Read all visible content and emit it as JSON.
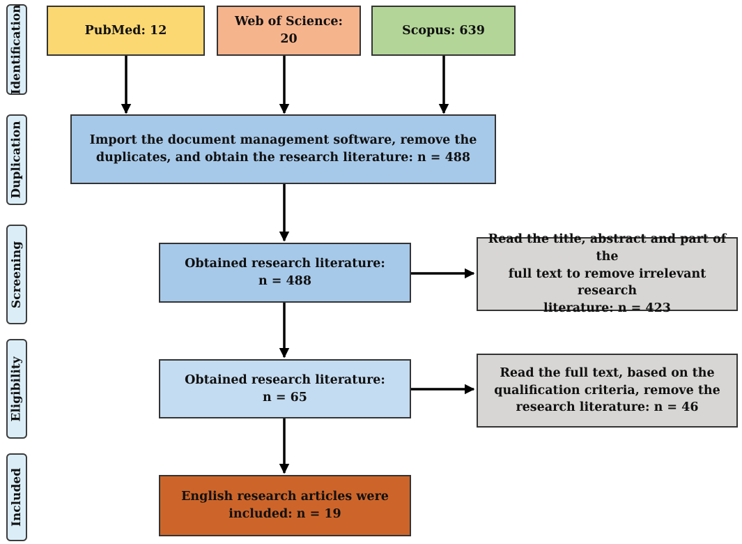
{
  "stages": [
    {
      "id": "identification",
      "label": "Identification"
    },
    {
      "id": "duplication",
      "label": "Duplication"
    },
    {
      "id": "screening",
      "label": "Screening"
    },
    {
      "id": "eligibility",
      "label": "Eligibility"
    },
    {
      "id": "included",
      "label": "Included"
    }
  ],
  "sources": [
    {
      "label": "PubMed: 12",
      "color": "#fcd872"
    },
    {
      "label": "Web of Science: 20",
      "color": "#f6b48d"
    },
    {
      "label": "Scopus: 639",
      "color": "#b3d698"
    }
  ],
  "duplication_box": {
    "lines": [
      "Import the document management software, remove the",
      "duplicates, and obtain the research literature: n = 488"
    ],
    "color": "#a7c9e9"
  },
  "screening_box": {
    "lines": [
      "Obtained research literature:",
      "n = 488"
    ],
    "color": "#a7c9e9"
  },
  "screening_excluded": {
    "lines": [
      "Read the title, abstract and part of the",
      "full text to remove irrelevant research",
      "literature: n = 423"
    ],
    "color": "#d8d6d4"
  },
  "eligibility_box": {
    "lines": [
      "Obtained research literature:",
      "n = 65"
    ],
    "color": "#c4dcf1"
  },
  "eligibility_excluded": {
    "lines": [
      "Read the full text, based on the",
      "qualification criteria, remove the",
      "research literature: n = 46"
    ],
    "color": "#d8d6d4"
  },
  "included_box": {
    "lines": [
      "English research articles were",
      "included: n = 19"
    ],
    "color": "#cd652a"
  }
}
